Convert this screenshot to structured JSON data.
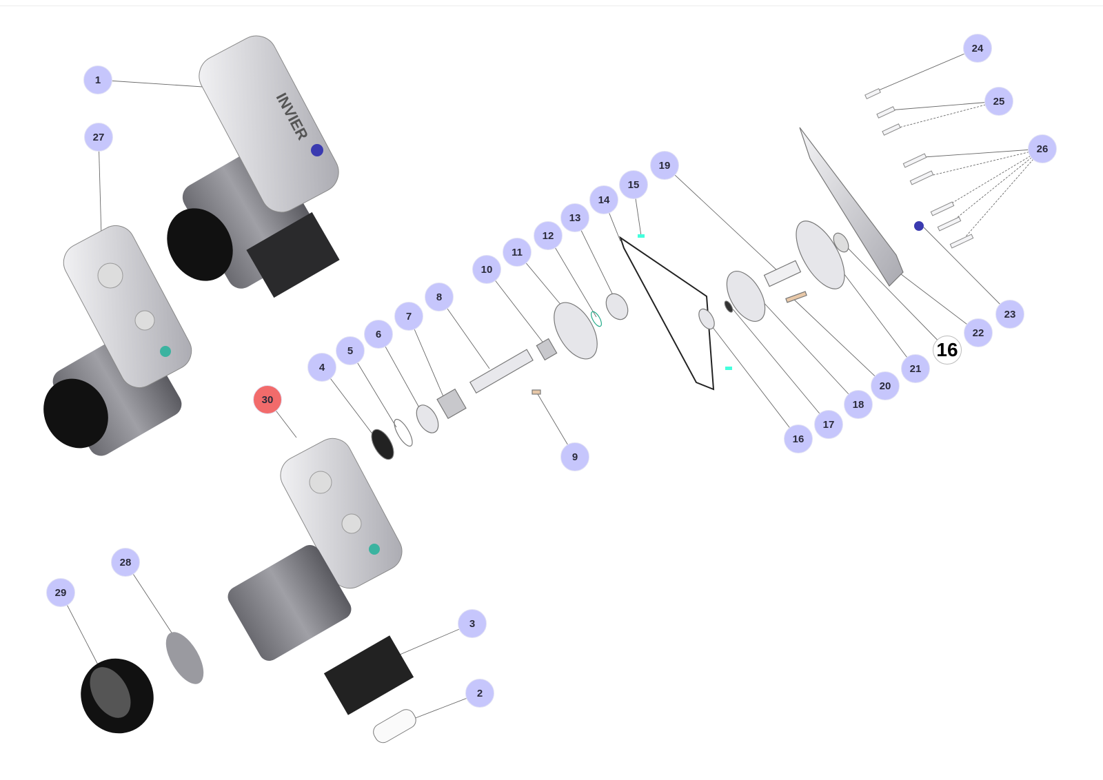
{
  "diagram": {
    "callouts": [
      "1",
      "27",
      "24",
      "25",
      "26",
      "19",
      "15",
      "14",
      "13",
      "12",
      "11",
      "10",
      "8",
      "7",
      "6",
      "5",
      "4",
      "30",
      "9",
      "16",
      "17",
      "18",
      "20",
      "21",
      "16",
      "22",
      "23",
      "28",
      "29",
      "3",
      "2"
    ],
    "active_callout": "30",
    "selected_callout": "16",
    "logo_text": "INVIER"
  },
  "colors": {
    "callout": "#c6c6fc",
    "active": "#f26b6b",
    "selected": "#ffffff"
  }
}
